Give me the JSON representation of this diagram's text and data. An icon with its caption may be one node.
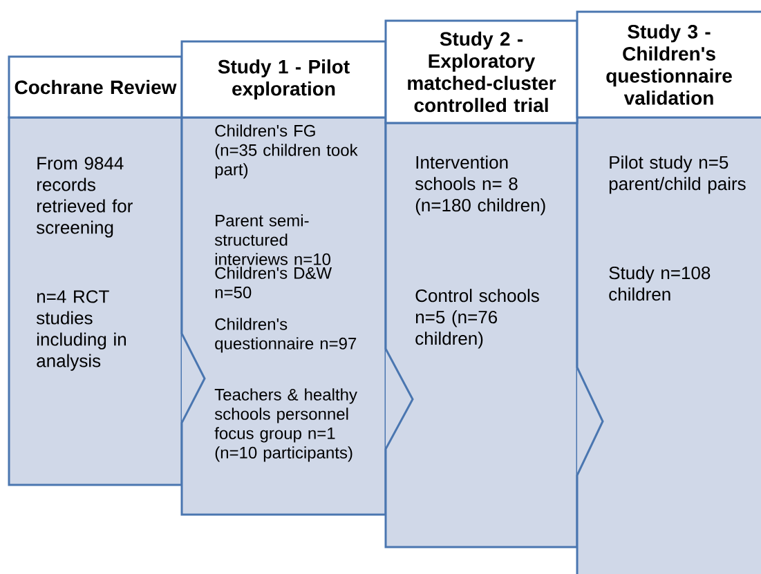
{
  "diagram": {
    "nodes": [
      {
        "text": [
          "Cochrane Review"
        ]
      },
      {
        "text": [
          "From 9844 records retrieved for screening",
          "n=4 RCT studies including in analysis"
        ]
      },
      {
        "text": [
          "Study 1 - Pilot exploration"
        ]
      },
      {
        "text": [
          "Children's FG (n=35 children took part)",
          "Parent semi-structured interviews n=10",
          "Children's D&W n=50",
          "Children's questionnaire n=97",
          "Teachers & healthy schools personnel focus group n=1 (n=10 participants)"
        ]
      },
      {
        "text": [
          "Study 2 - Exploratory matched-cluster controlled trial"
        ]
      },
      {
        "text": [
          "Intervention schools n= 8 (n=180 children)",
          "Control schools n=5 (n=76 children)"
        ]
      },
      {
        "text": [
          "Study 3 - Children's questionnaire validation"
        ]
      },
      {
        "text": [
          "Pilot study n=5 parent/child pairs",
          "Study n=108 children"
        ]
      }
    ]
  }
}
